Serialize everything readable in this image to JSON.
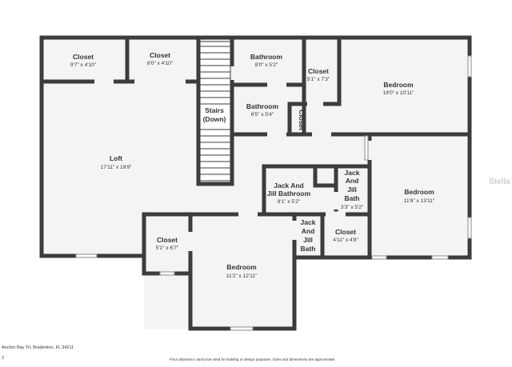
{
  "plan": {
    "rooms": [
      {
        "key": "closet_tl",
        "name": "Closet",
        "dims": "9'7\" x 4'10\""
      },
      {
        "key": "closet_tm",
        "name": "Closet",
        "dims": "8'0\" x 4'10\""
      },
      {
        "key": "loft",
        "name": "Loft",
        "dims": "17'11\" x 19'9\""
      },
      {
        "key": "stairs",
        "name": "Stairs",
        "name2": "(Down)"
      },
      {
        "key": "bath_top",
        "name": "Bathroom",
        "dims": "8'0\" x 5'2\""
      },
      {
        "key": "bath_mid",
        "name": "Bathroom",
        "dims": "6'5\" x 5'4\""
      },
      {
        "key": "closet_narrow",
        "name": "Closet"
      },
      {
        "key": "closet_tr",
        "name": "Closet",
        "dims": "5'1\" x 7'3\""
      },
      {
        "key": "bed_tr",
        "name": "Bedroom",
        "dims": "19'0\" x 10'11\""
      },
      {
        "key": "jj_bathroom",
        "name": "Jack And",
        "name2": "Jill Bathroom",
        "dims": "8'1\" x 5'2\""
      },
      {
        "key": "jj_bath_small",
        "name": "Jack",
        "name2": "And",
        "name3": "Jill",
        "name4": "Bath",
        "dims": "3'3\" x 5'2\""
      },
      {
        "key": "bed_right",
        "name": "Bedroom",
        "dims": "11'6\" x 13'11\""
      },
      {
        "key": "jj_bath_lower",
        "name": "Jack",
        "name2": "And",
        "name3": "Jill",
        "name4": "Bath"
      },
      {
        "key": "closet_br",
        "name": "Closet",
        "dims": "4'11\" x 4'8\""
      },
      {
        "key": "closet_bl",
        "name": "Closet",
        "dims": "5'1\" x 6'7\""
      },
      {
        "key": "bed_bottom",
        "name": "Bedroom",
        "dims": "11'2\" x 12'11\""
      }
    ]
  },
  "footer": {
    "address": "Anchor Bay Trl, Bradenton, FL 34211",
    "page": "2",
    "disclaimer": "Floor plans/tour cannot be used for building or design purposes. Sizes and dimensions are approximate."
  },
  "watermark": "Stella"
}
